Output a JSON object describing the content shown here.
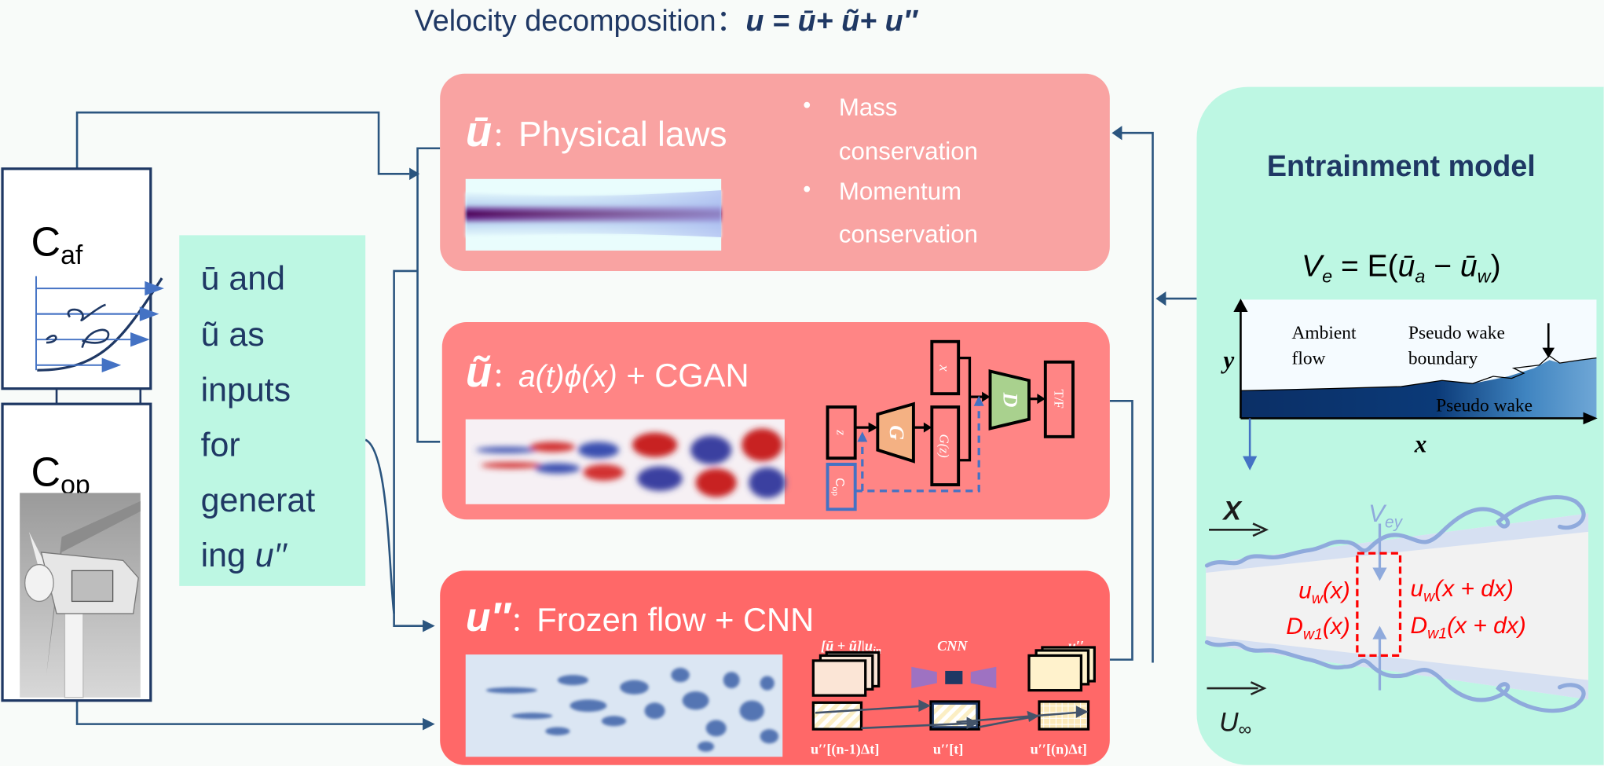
{
  "title": {
    "text": "Velocity decomposition：",
    "equation": "u = ū+  ũ+  u′′"
  },
  "left": {
    "caf": {
      "main": "C",
      "sub": "af"
    },
    "cop": {
      "main": "C",
      "sub": "op"
    },
    "note_lines": [
      "ū and",
      "ũ as",
      "inputs",
      "for",
      "generat",
      "ing "
    ],
    "note_last_var": "u′′"
  },
  "mean_box": {
    "symbol": "ū",
    "colon": "：",
    "label": "Physical laws",
    "bullets": [
      {
        "line1": "Mass",
        "line2": "conservation"
      },
      {
        "line1": "Momentum",
        "line2": "conservation"
      }
    ],
    "color": "#f9a3a2"
  },
  "periodic_box": {
    "symbol": "ũ",
    "colon": "：",
    "expr": "a(t)ϕ(x)",
    "label": " + CGAN",
    "gan": {
      "z": "z",
      "g": "G",
      "gz": "G(z)",
      "x": "x",
      "d": "D",
      "tf": "T/F",
      "cop_main": "C",
      "cop_sub": "op"
    },
    "color": "#ff8585"
  },
  "turb_box": {
    "symbol": "u′′",
    "colon": "：",
    "label": "Frozen flow + CNN",
    "cnn": {
      "input_label": "[ū + ũ]|u",
      "input_sub": "in",
      "cnn_label": "CNN",
      "output_label": "u′′",
      "t_prev": "u′′[(n-1)Δt]",
      "t_now": "u′′[t]",
      "t_next": "u′′[(n)Δt]"
    },
    "color": "#ff6868"
  },
  "entrainment": {
    "title": "Entrainment model",
    "eq": {
      "v": "V",
      "e": "e",
      "mid": " = E(",
      "ua": "ū",
      "a": "a",
      "minus": " − ",
      "uw": "ū",
      "w": "w",
      "close": ")"
    },
    "plot": {
      "ylabel": "y",
      "xlabel": "x",
      "ambient": [
        "Ambient",
        "flow"
      ],
      "boundary": [
        "Pseudo wake",
        "boundary"
      ],
      "wake": "Pseudo wake"
    },
    "wake": {
      "x_label": "X",
      "u_inf": "U",
      "inf": "∞",
      "vey": "V",
      "ey": "ey",
      "left_u": "u",
      "left_u_sub": "w",
      "left_u_arg": "(x)",
      "left_d": "D",
      "left_d_sub": "w1",
      "left_d_arg": "(x)",
      "right_u": "u",
      "right_u_sub": "w",
      "right_u_arg": "(x + dx)",
      "right_d": "D",
      "right_d_sub": "w1",
      "right_d_arg": "(x + dx)"
    },
    "color": "#bdf7e3"
  }
}
